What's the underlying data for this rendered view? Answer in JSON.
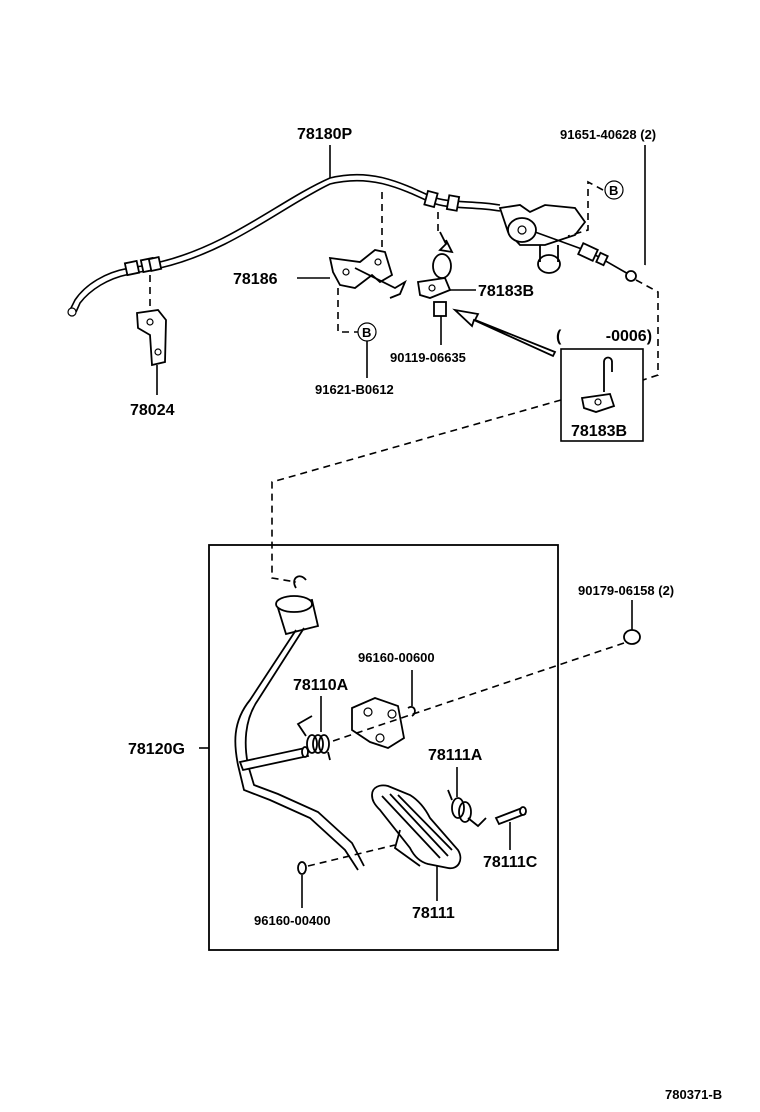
{
  "labels": {
    "cable": "78180P",
    "clamp_bolt": "91651-40628 (2)",
    "bracket": "78186",
    "cable_clip": "78183B",
    "nut_small": "90119-06635",
    "bolt_b": "91621-B0612",
    "bracket_left": "78024",
    "inset_range": "(          -0006)",
    "inset_clip": "78183B",
    "bolt_pedal": "90179-06158 (2)",
    "clip_upper": "96160-00600",
    "spring_a": "78110A",
    "pedal_lever": "78120G",
    "spring_b": "78111A",
    "pin": "78111C",
    "clip_lower": "96160-00400",
    "pedal_pad": "78111",
    "figure_code": "780371-B"
  },
  "ref_markers": {
    "marker_b": "B"
  }
}
